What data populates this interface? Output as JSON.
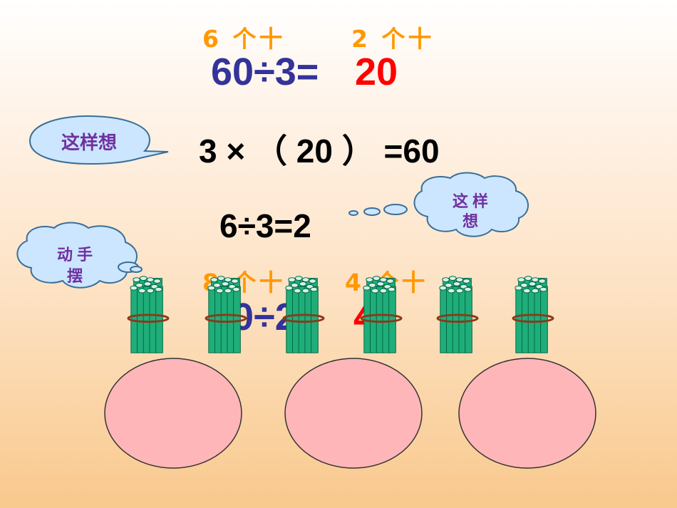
{
  "top_equation": {
    "left_tens": "6 个十",
    "right_tens": "2 个十",
    "expression": "60÷3=",
    "answer": "20"
  },
  "think_bubble_1": {
    "text": "这样想"
  },
  "check_equation": {
    "text": "3 × （ 20 ）  =60"
  },
  "think_bubble_2": {
    "line1": "这样",
    "line2": "想"
  },
  "sub_equation": {
    "text": "6÷3=2"
  },
  "hands_on_bubble": {
    "line1": "动手",
    "line2": "摆"
  },
  "bottom_equation": {
    "left_tens": "8 个十",
    "right_tens": "4 个十",
    "expression": "80÷2=",
    "answer": "40"
  },
  "stick_bundles": {
    "count": 6,
    "stick_color": "#1fae7a",
    "band_color": "#8b3a1a"
  },
  "plates": {
    "count": 3,
    "fill_color": "#ffb6b9"
  },
  "colors": {
    "blue": "#333399",
    "red": "#ff0000",
    "orange": "#ff9900",
    "purple": "#7030a0",
    "bubble": "#cce6ff"
  }
}
